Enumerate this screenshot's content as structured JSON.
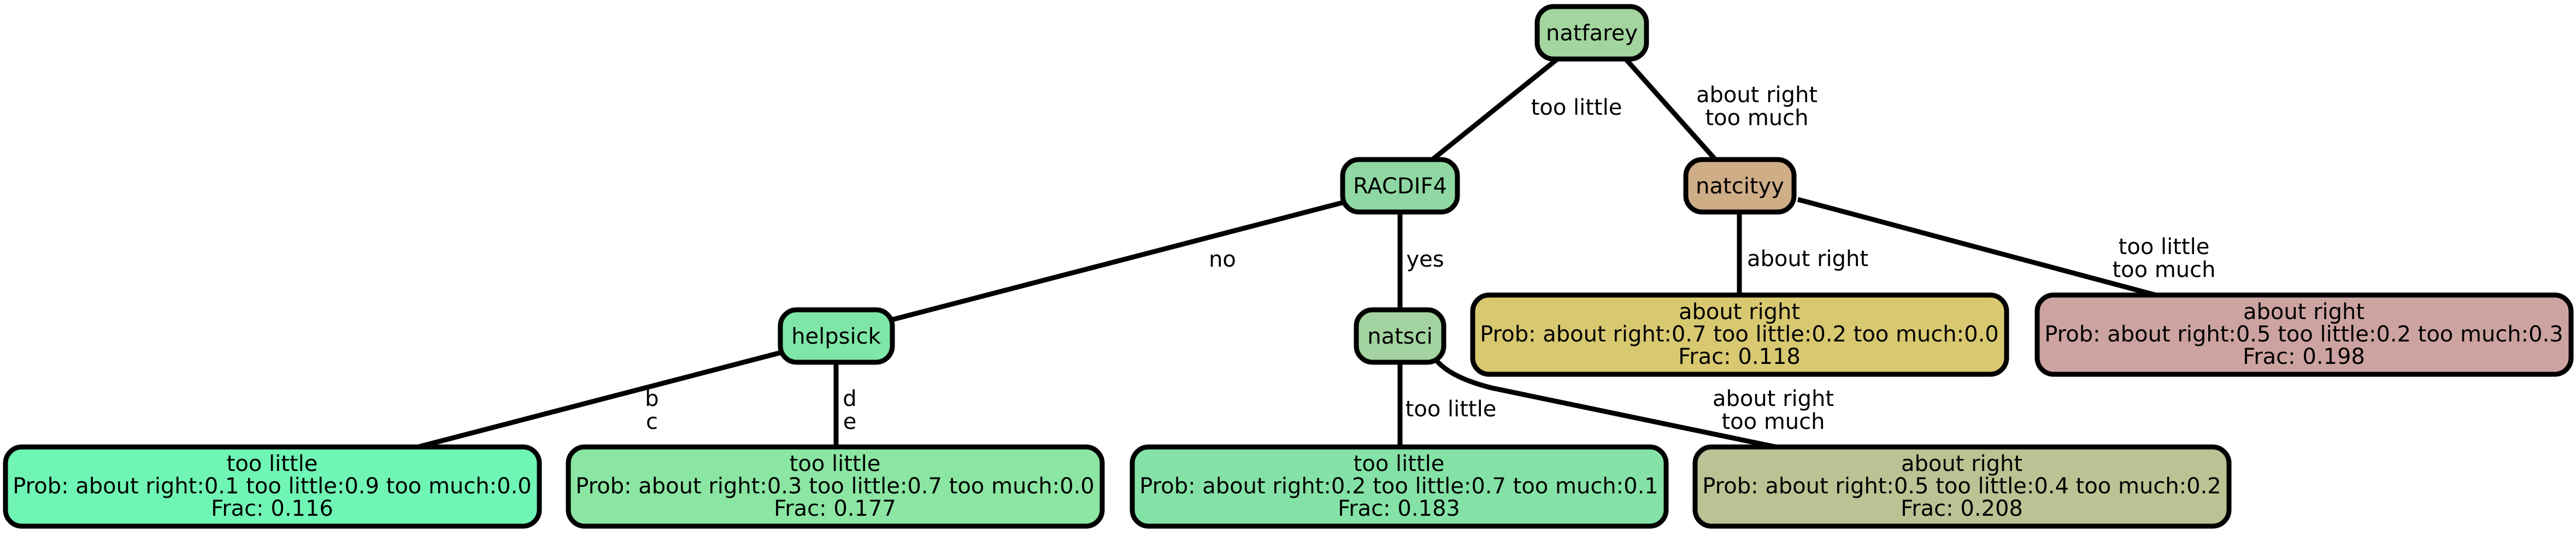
{
  "nodes": {
    "natfarey": {
      "label": "natfarey",
      "color": "#a3d59e"
    },
    "racdif4": {
      "label": "RACDIF4",
      "color": "#8fd8a3"
    },
    "natcityy": {
      "label": "natcityy",
      "color": "#cfad87"
    },
    "helpsick": {
      "label": "helpsick",
      "color": "#7ee6a7"
    },
    "natsci": {
      "label": "natsci",
      "color": "#a3d3a0"
    }
  },
  "leaves": [
    {
      "id": "leaf1",
      "title": "too little",
      "prob": "Prob: about right:0.1 too little:0.9 too much:0.0",
      "frac": "Frac: 0.116",
      "color": "#6ff5b4"
    },
    {
      "id": "leaf2",
      "title": "too little",
      "prob": "Prob: about right:0.3 too little:0.7 too much:0.0",
      "frac": "Frac: 0.177",
      "color": "#8ae6a2"
    },
    {
      "id": "leaf3",
      "title": "too little",
      "prob": "Prob: about right:0.2 too little:0.7 too much:0.1",
      "frac": "Frac: 0.183",
      "color": "#84e2a6"
    },
    {
      "id": "leaf4",
      "title": "about right",
      "prob": "Prob: about right:0.5 too little:0.4 too much:0.2",
      "frac": "Frac: 0.208",
      "color": "#b9c393"
    },
    {
      "id": "leaf5",
      "title": "about right",
      "prob": "Prob: about right:0.7 too little:0.2 too much:0.0",
      "frac": "Frac: 0.118",
      "color": "#d8c870"
    },
    {
      "id": "leaf6",
      "title": "about right",
      "prob": "Prob: about right:0.5 too little:0.2 too much:0.3",
      "frac": "Frac: 0.198",
      "color": "#cca3a0"
    }
  ],
  "edges": {
    "natfarey_racdif4": {
      "lines": [
        "too little"
      ]
    },
    "natfarey_natcityy": {
      "lines": [
        "about right",
        "too much"
      ]
    },
    "racdif4_helpsick": {
      "lines": [
        "no"
      ]
    },
    "racdif4_natsci": {
      "lines": [
        "yes"
      ]
    },
    "natcityy_leaf5": {
      "lines": [
        "about right"
      ]
    },
    "natcityy_leaf6": {
      "lines": [
        "too little",
        "too much"
      ]
    },
    "helpsick_leaf1": {
      "lines": [
        "b",
        "c"
      ]
    },
    "helpsick_leaf2": {
      "lines": [
        "d",
        "e"
      ]
    },
    "natsci_leaf3": {
      "lines": [
        "too little"
      ]
    },
    "natsci_leaf4": {
      "lines": [
        "about right",
        "too much"
      ]
    }
  }
}
